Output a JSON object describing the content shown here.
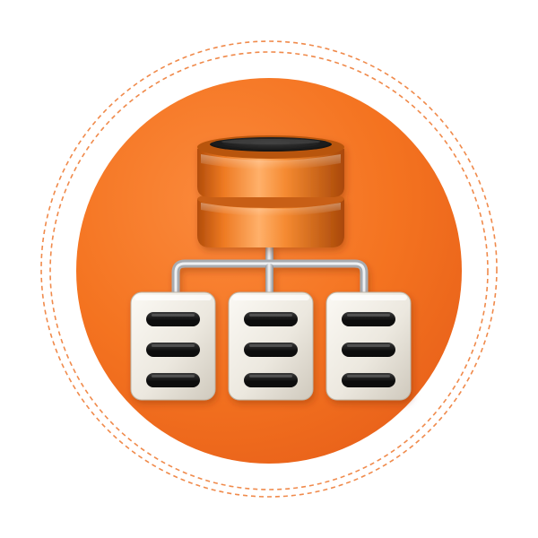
{
  "icon": {
    "subject": "database-network-icon",
    "database_cylinder_count": 2,
    "server_count": 3,
    "slots_per_server": 3
  },
  "colors": {
    "background": "#ffffff",
    "badge_circle": "#f47320",
    "badge_circle_light": "#fb8a3c",
    "badge_circle_dark": "#e9621a",
    "dashed_rings": "#f08a4b",
    "database_orange": "#f07a1f",
    "database_top_dark": "#2a2a2a",
    "pipe_silver": "#c9ccd0",
    "server_body": "#ece8df",
    "server_slot": "#141414"
  }
}
